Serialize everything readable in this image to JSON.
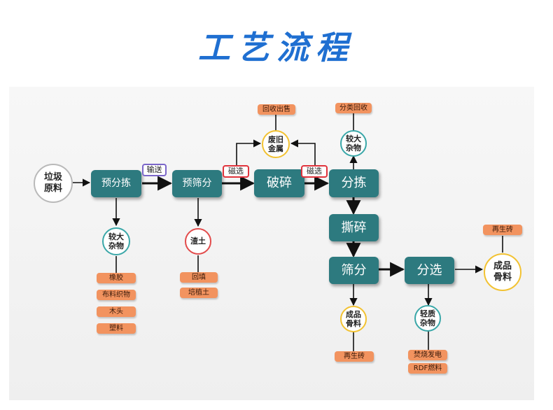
{
  "title": "工艺流程",
  "nodes": {
    "raw": "垃圾\n原料",
    "pre_sort": "预分拣",
    "convey": "输送",
    "pre_screen": "预筛分",
    "magnet1": "磁选",
    "crush": "破碎",
    "magnet2": "磁选",
    "sort": "分拣",
    "scrap_metal": "废旧\n金属",
    "recycle_sale": "回收出售",
    "class_recycle": "分类回收",
    "large_debris_top": "较大\n杂物",
    "large_debris_left": "较大\n杂物",
    "rubber": "橡胶",
    "fabric": "布料织物",
    "wood": "木头",
    "plastic": "塑料",
    "residue_soil": "渣土",
    "backfill": "回填",
    "planting_soil": "培植土",
    "tear_crush": "撕碎",
    "screen": "筛分",
    "separate": "分选",
    "aggregate_mid": "成品\n骨料",
    "recycled_brick_mid": "再生砖",
    "light_debris": "轻质\n杂物",
    "incineration": "焚烧发电",
    "rdf": "RDF燃料",
    "aggregate_right": "成品\n骨料",
    "recycled_brick_right": "再生砖"
  }
}
